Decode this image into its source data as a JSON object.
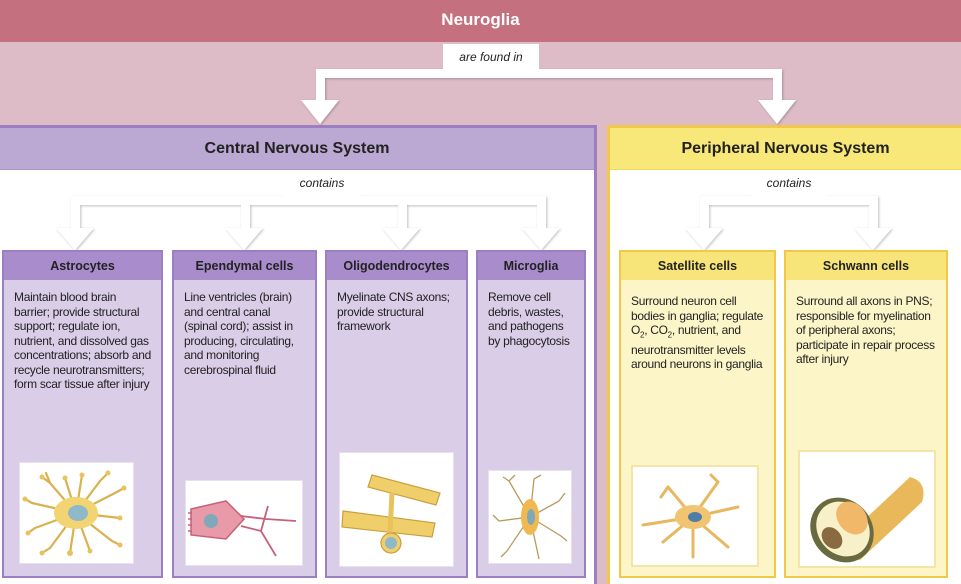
{
  "title": "Neuroglia",
  "relation_top": "are found in",
  "systems": [
    {
      "name": "Central Nervous System",
      "relation": "contains",
      "cells": [
        {
          "name": "Astrocytes",
          "description": "Maintain blood brain barrier; provide structural support; regulate ion, nutrient, and dissolved gas concentrations; absorb and recycle neurotransmitters; form scar tissue after injury",
          "illustration": "astrocyte-icon"
        },
        {
          "name": "Ependymal cells",
          "description": "Line ventricles (brain) and central canal (spinal cord); assist in producing, circulating, and monitoring cerebrospinal fluid",
          "illustration": "ependymal-cell-icon"
        },
        {
          "name": "Oligodendrocytes",
          "description": "Myelinate CNS axons; provide structural framework",
          "illustration": "oligodendrocyte-icon"
        },
        {
          "name": "Microglia",
          "description": "Remove cell debris, wastes, and pathogens by phagocytosis",
          "illustration": "microglia-icon"
        }
      ]
    },
    {
      "name": "Peripheral Nervous System",
      "relation": "contains",
      "cells": [
        {
          "name": "Satellite cells",
          "description_parts": [
            "Surround neuron cell bodies in ganglia; regulate O",
            "2",
            ", CO",
            "2",
            ", nutrient, and neurotransmitter levels around neurons in ganglia"
          ],
          "illustration": "satellite-cell-icon"
        },
        {
          "name": "Schwann cells",
          "description": "Surround all axons in PNS; responsible for myelination of peripheral axons; participate in repair process after injury",
          "illustration": "schwann-cell-icon"
        }
      ]
    }
  ],
  "colors": {
    "title_band": "#C5707F",
    "background": "#DDBCC8",
    "cns_header": "#BBA8D3",
    "cns_card": "#D9CDE7",
    "cns_border": "#9B7FC0",
    "pns_header": "#F8E87A",
    "pns_card": "#FCF5C8",
    "pns_border": "#F2C84B"
  }
}
